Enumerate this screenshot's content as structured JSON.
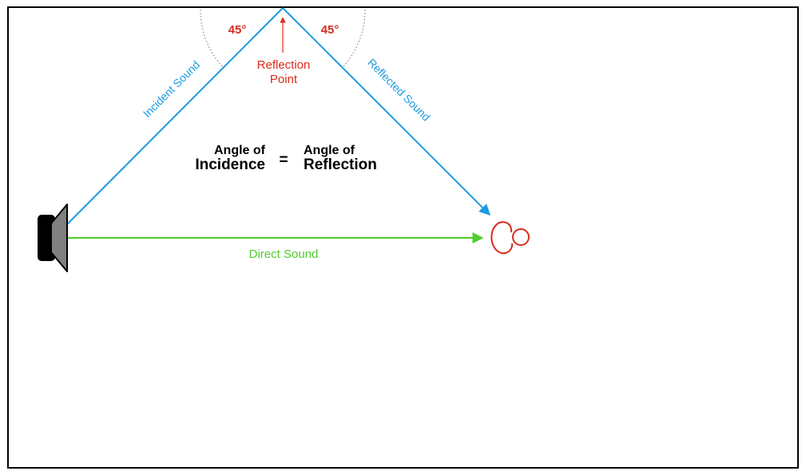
{
  "colors": {
    "incident": "#1a9be0",
    "direct": "#52cc2f",
    "annotation": "#d92b1c",
    "frame": "#000000",
    "arc": "#888888"
  },
  "icons": {
    "source": "speaker-icon",
    "listener": "ear-icon"
  },
  "angles": {
    "left": "45°",
    "right": "45°"
  },
  "reflection_point": {
    "line1": "Reflection",
    "line2": "Point"
  },
  "rays": {
    "incident": "Incident Sound",
    "reflected": "Reflected Sound",
    "direct": "Direct Sound"
  },
  "equation": {
    "left_line1": "Angle of",
    "left_line2": "Incidence",
    "operator": "=",
    "right_line1": "Angle of",
    "right_line2": "Reflection"
  }
}
